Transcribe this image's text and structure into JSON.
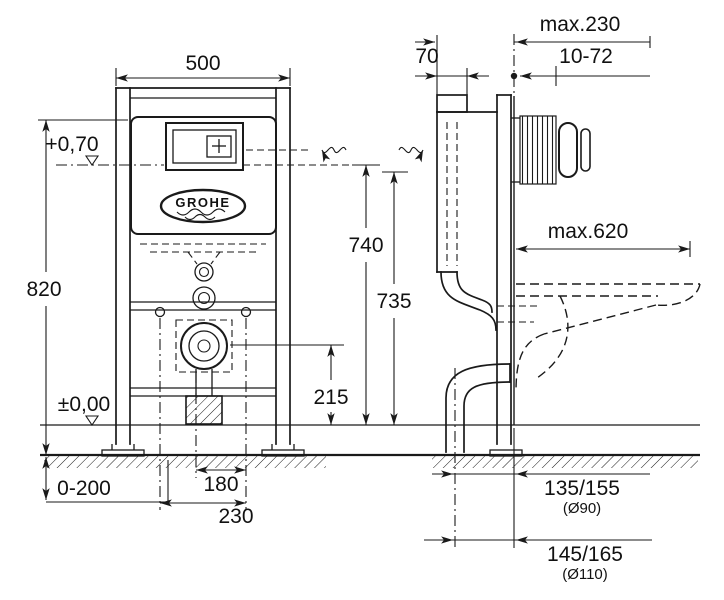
{
  "drawing": {
    "brand": "GROHE",
    "front": {
      "dim_width": "500",
      "dim_height": "820",
      "dim_740": "740",
      "dim_735": "735",
      "dim_215": "215",
      "dim_180": "180",
      "dim_230": "230",
      "dim_feet": "0-200",
      "level_upper": "+0,70",
      "level_floor": "±0,00"
    },
    "side": {
      "dim_max_depth": "max.230",
      "dim_70": "70",
      "dim_wall_finish": "10-72",
      "dim_max_620": "max.620",
      "outlet_a": "135/155",
      "outlet_a_dia": "(Ø90)",
      "outlet_b": "145/165",
      "outlet_b_dia": "(Ø110)"
    }
  }
}
